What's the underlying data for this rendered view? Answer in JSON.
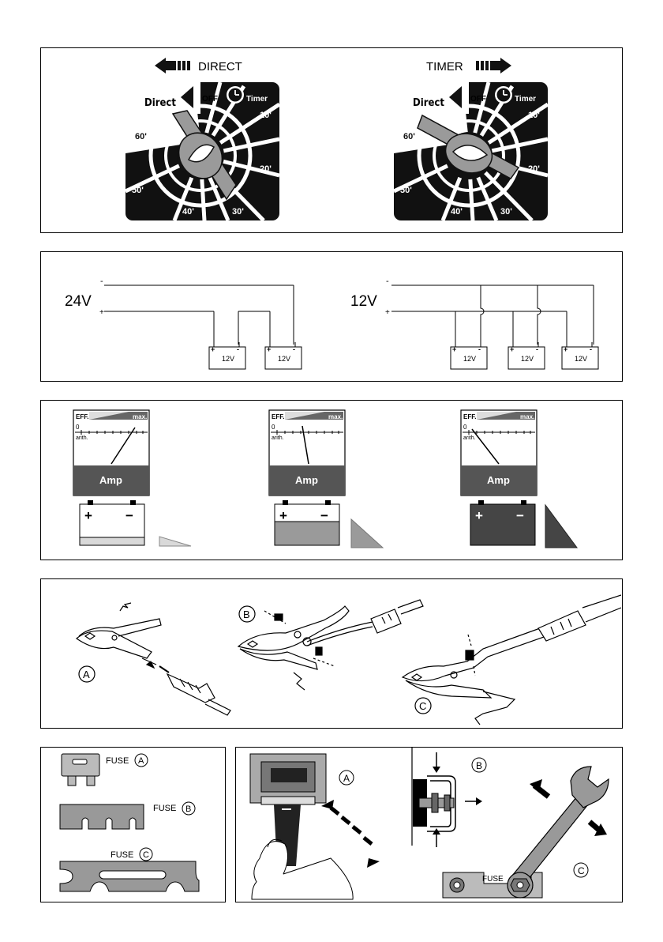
{
  "timer_panel": {
    "direct_label": "DIRECT",
    "timer_label": "TIMER",
    "dial": {
      "direct": "Direct",
      "off": "OFF",
      "timer": "Timer",
      "marks": [
        "10'",
        "20'",
        "30'",
        "40'",
        "50'",
        "60'"
      ]
    }
  },
  "wiring_panel": {
    "left_voltage": "24V",
    "right_voltage": "12V",
    "battery_label": "12V",
    "minus": "-",
    "plus": "+"
  },
  "charge_panel": {
    "meter": {
      "eff": "EFF.",
      "max": "max.",
      "zero": "0",
      "arith": "arith.",
      "amp": "Amp"
    },
    "plus": "+",
    "minus": "−",
    "colors": {
      "light": "#d9d9d9",
      "medium": "#9a9a9a",
      "dark": "#454545"
    }
  },
  "clamp_panel": {
    "labels": [
      "A",
      "B",
      "C"
    ]
  },
  "fuse_panel": {
    "fuse_label": "FUSE",
    "letters": [
      "A",
      "B",
      "C"
    ]
  },
  "tools_panel": {
    "letters": [
      "A",
      "B",
      "C"
    ],
    "fuse_label": "FUSE"
  }
}
